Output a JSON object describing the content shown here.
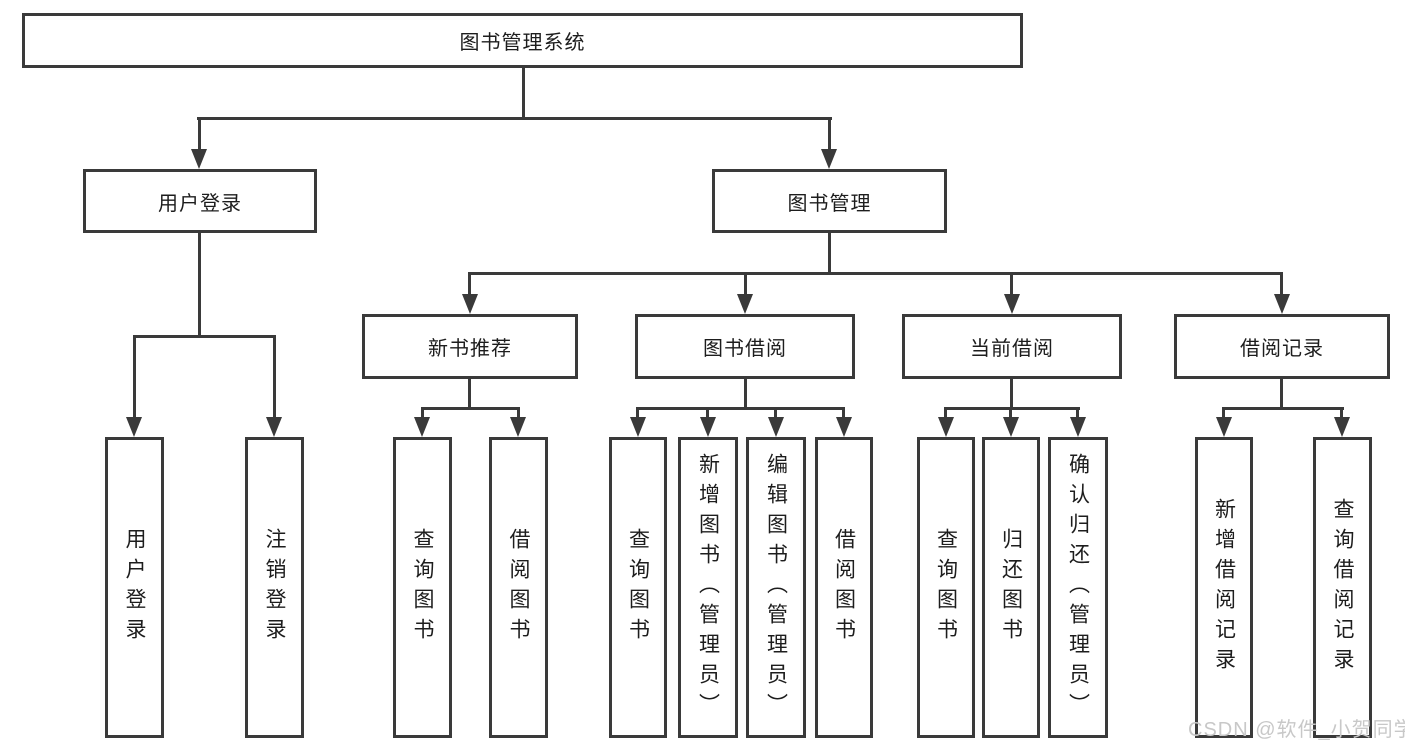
{
  "colors": {
    "line": "#3a3a3a",
    "text": "#1d1d1d",
    "watermark": "#c8c8c8",
    "background": "#ffffff"
  },
  "watermark": {
    "text": "CSDN @软件_小贺同学"
  },
  "diagram": {
    "type": "hierarchy-tree",
    "root": {
      "label": "图书管理系统"
    },
    "level2": [
      {
        "label": "用户登录"
      },
      {
        "label": "图书管理"
      }
    ],
    "level3": [
      {
        "label": "新书推荐",
        "parent": "图书管理"
      },
      {
        "label": "图书借阅",
        "parent": "图书管理"
      },
      {
        "label": "当前借阅",
        "parent": "图书管理"
      },
      {
        "label": "借阅记录",
        "parent": "图书管理"
      }
    ],
    "leaves": [
      {
        "label": "用户登录",
        "parent": "用户登录"
      },
      {
        "label": "注销登录",
        "parent": "用户登录"
      },
      {
        "label": "查询图书",
        "parent": "新书推荐"
      },
      {
        "label": "借阅图书",
        "parent": "新书推荐"
      },
      {
        "label": "查询图书",
        "parent": "图书借阅"
      },
      {
        "label": "新增图书（管理员）",
        "parent": "图书借阅"
      },
      {
        "label": "编辑图书（管理员）",
        "parent": "图书借阅"
      },
      {
        "label": "借阅图书",
        "parent": "图书借阅"
      },
      {
        "label": "查询图书",
        "parent": "当前借阅"
      },
      {
        "label": "归还图书",
        "parent": "当前借阅"
      },
      {
        "label": "确认归还（管理员）",
        "parent": "当前借阅"
      },
      {
        "label": "新增借阅记录",
        "parent": "借阅记录"
      },
      {
        "label": "查询借阅记录",
        "parent": "借阅记录"
      }
    ]
  }
}
